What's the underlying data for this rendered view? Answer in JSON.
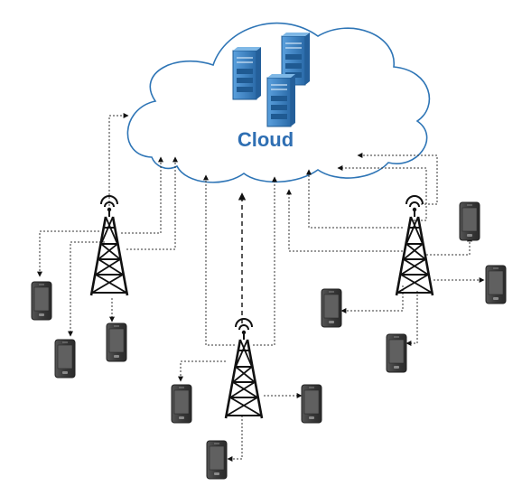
{
  "cloud": {
    "label": "Cloud",
    "outline_color": "#2e75b6",
    "fill_color": "#ffffff",
    "server_color": "#3f86c8",
    "server_icon": "server-rack-icon"
  },
  "towers": {
    "icon": "cell-tower-icon",
    "color": "#111111"
  },
  "phones": {
    "icon": "mobile-phone-icon",
    "body_color": "#3a3a3a",
    "screen_color": "#595959"
  },
  "links": {
    "uplink_style": "dotted",
    "core_style": "dashed",
    "color": "#444444"
  }
}
